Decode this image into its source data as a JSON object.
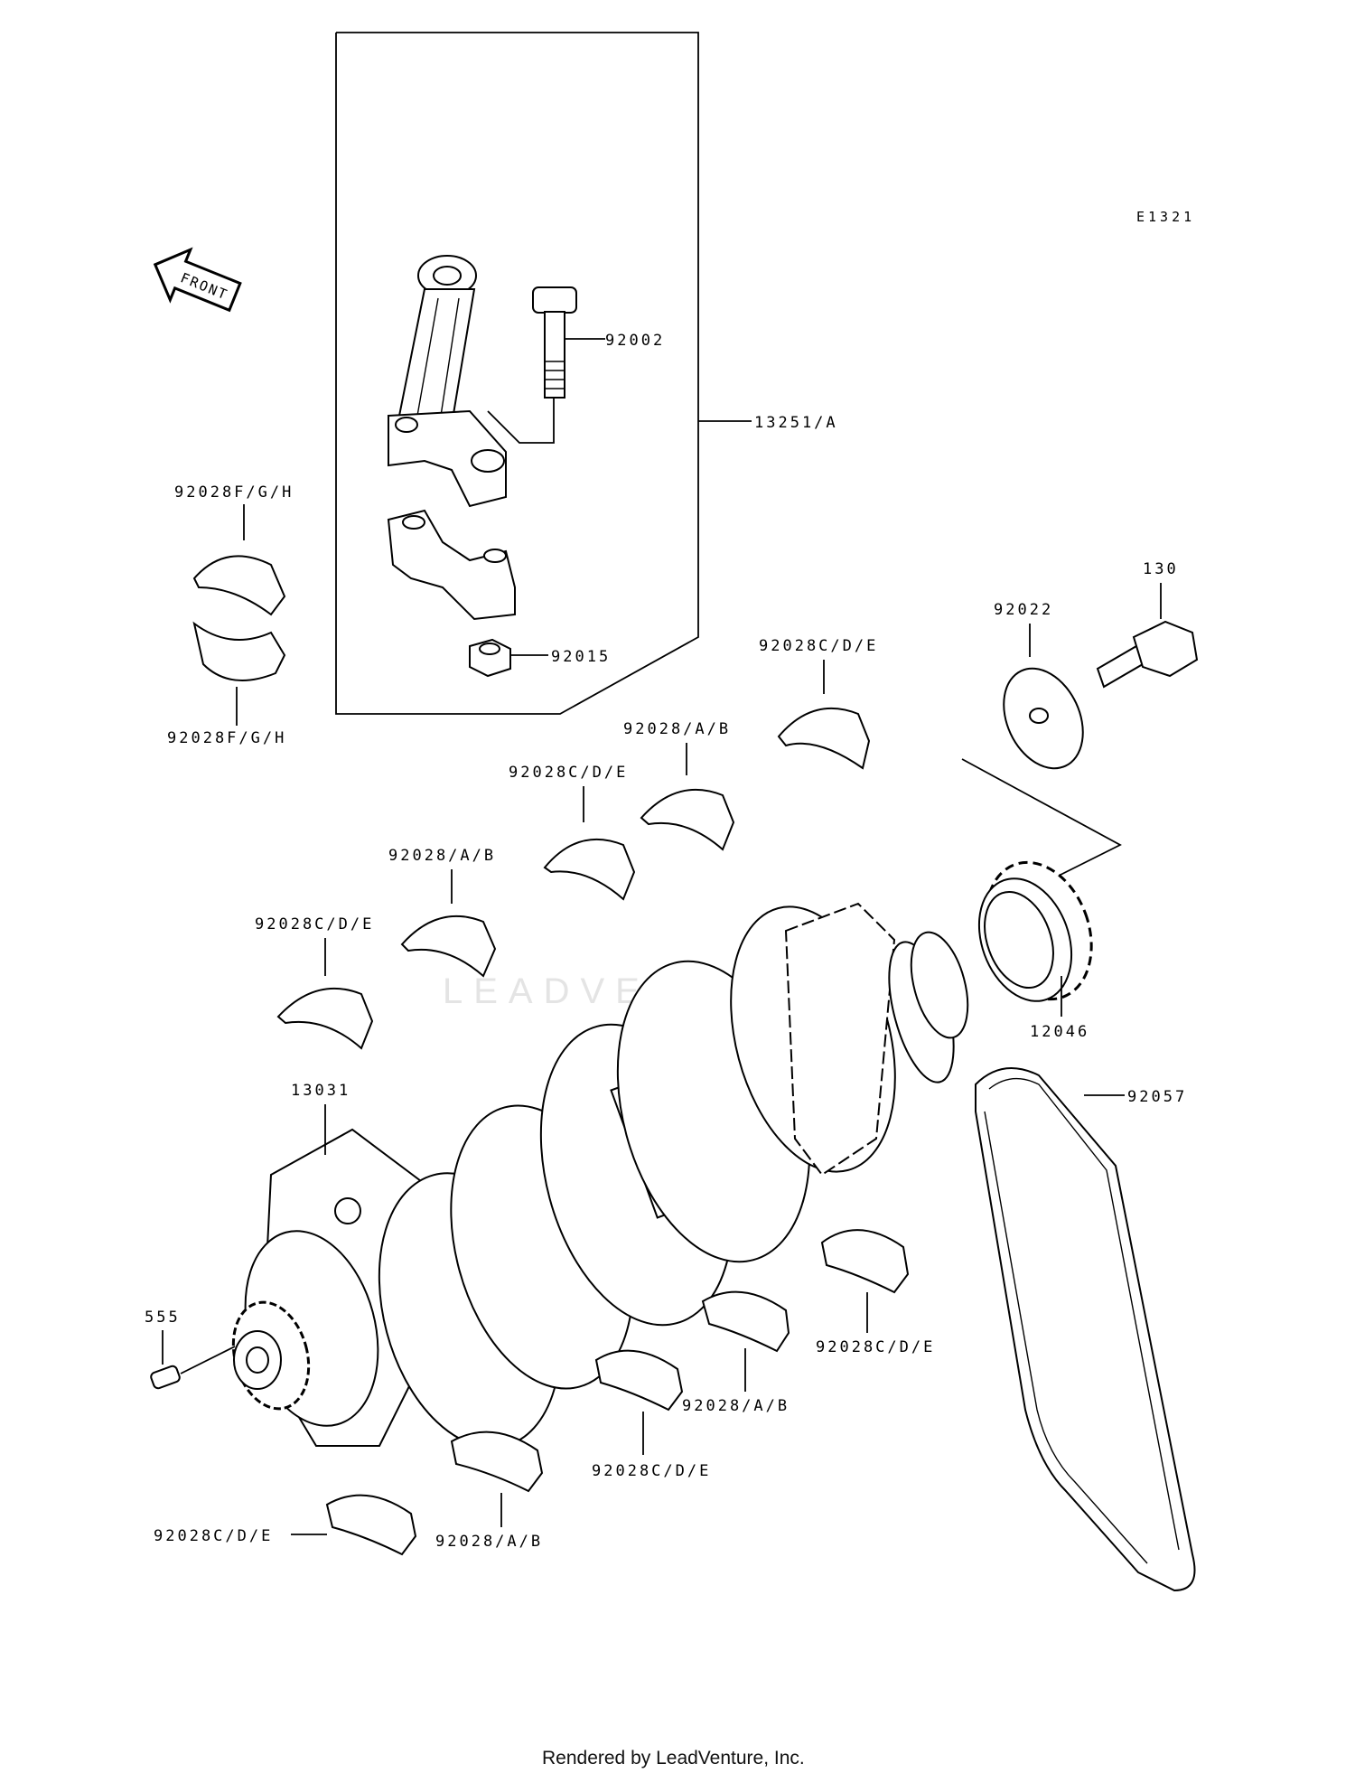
{
  "diagram": {
    "code": "E1321",
    "front_label": "FRONT",
    "footer": "Rendered by LeadVenture, Inc.",
    "watermark": "LEADVENTURE"
  },
  "labels": {
    "p92002": "92002",
    "p13251a": "13251/A",
    "p92028fgh_top": "92028F/G/H",
    "p92028fgh_bottom": "92028F/G/H",
    "p92015": "92015",
    "p92028cde_1": "92028C/D/E",
    "p92028ab_1": "92028/A/B",
    "p92028cde_2": "92028C/D/E",
    "p92028ab_2": "92028/A/B",
    "p92028cde_3": "92028C/D/E",
    "p92022": "92022",
    "p130": "130",
    "p12046": "12046",
    "p13031": "13031",
    "p92057": "92057",
    "p555": "555",
    "p92028cde_4": "92028C/D/E",
    "p92028ab_3": "92028/A/B",
    "p92028cde_5": "92028C/D/E",
    "p92028ab_4": "92028/A/B",
    "p92028cde_6": "92028C/D/E"
  }
}
